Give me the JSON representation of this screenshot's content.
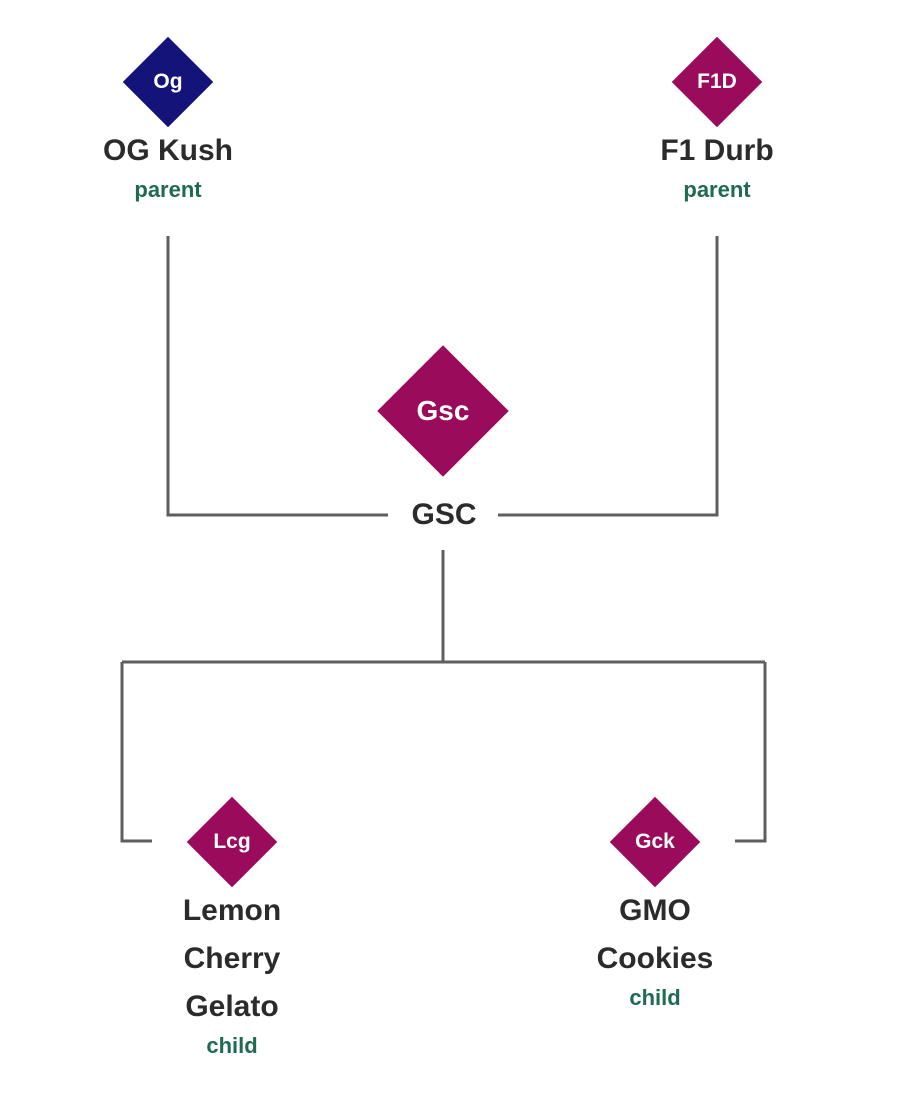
{
  "colors": {
    "parent_left": "#14137a",
    "node": "#9a0b5c",
    "role_text": "#1f6b4f",
    "name_text": "#2b2b2b",
    "connector": "#5e5e5e"
  },
  "parents": [
    {
      "code": "Og",
      "name": "OG Kush",
      "role": "parent"
    },
    {
      "code": "F1D",
      "name": "F1 Durb",
      "role": "parent"
    }
  ],
  "center": {
    "code": "Gsc",
    "name": "GSC"
  },
  "children": [
    {
      "code": "Lcg",
      "name_lines": [
        "Lemon",
        "Cherry",
        "Gelato"
      ],
      "role": "child"
    },
    {
      "code": "Gck",
      "name_lines": [
        "GMO",
        "Cookies"
      ],
      "role": "child"
    }
  ]
}
